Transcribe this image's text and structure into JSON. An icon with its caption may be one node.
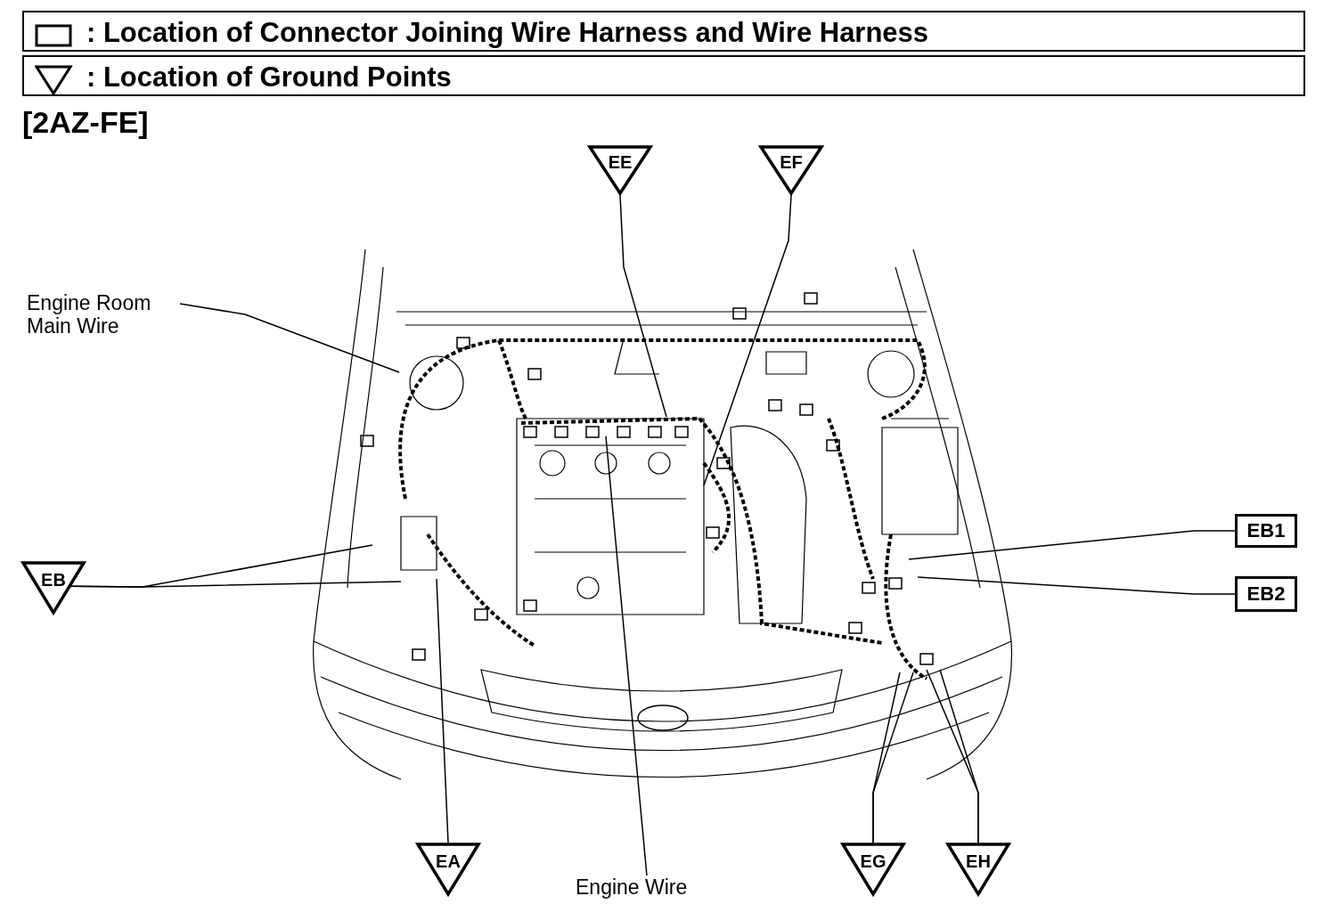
{
  "diagram": {
    "nodes": [
      {
        "text": [
          "EE"
        ]
      },
      {
        "text": [
          "EF"
        ]
      },
      {
        "text": [
          "EB"
        ]
      },
      {
        "text": [
          "EB1"
        ]
      },
      {
        "text": [
          "EB2"
        ]
      },
      {
        "text": [
          "EA"
        ]
      },
      {
        "text": [
          "EG"
        ]
      },
      {
        "text": [
          "EH"
        ]
      },
      {
        "text": [
          "Engine Room Main Wire"
        ]
      },
      {
        "text": [
          "Engine Wire"
        ]
      }
    ],
    "edges": [
      {
        "from": 0,
        "to": null,
        "arrow": "none"
      },
      {
        "from": 1,
        "to": null,
        "arrow": "none"
      },
      {
        "from": 2,
        "to": null,
        "arrow": "none"
      },
      {
        "from": 2,
        "to": null,
        "arrow": "none"
      },
      {
        "from": 3,
        "to": null,
        "arrow": "none"
      },
      {
        "from": 4,
        "to": null,
        "arrow": "none"
      },
      {
        "from": 5,
        "to": null,
        "arrow": "none"
      },
      {
        "from": 6,
        "to": null,
        "arrow": "none"
      },
      {
        "from": 6,
        "to": null,
        "arrow": "none"
      },
      {
        "from": 7,
        "to": null,
        "arrow": "none"
      },
      {
        "from": 7,
        "to": null,
        "arrow": "none"
      },
      {
        "from": 8,
        "to": null,
        "arrow": "none"
      },
      {
        "from": 9,
        "to": null,
        "arrow": "none"
      }
    ],
    "labels": [
      "[2AZ-FE]"
    ],
    "legend": [
      {
        "text": ": Location of Connector Joining Wire Harness and Wire Harness"
      },
      {
        "text": ": Location of Ground Points"
      }
    ]
  }
}
